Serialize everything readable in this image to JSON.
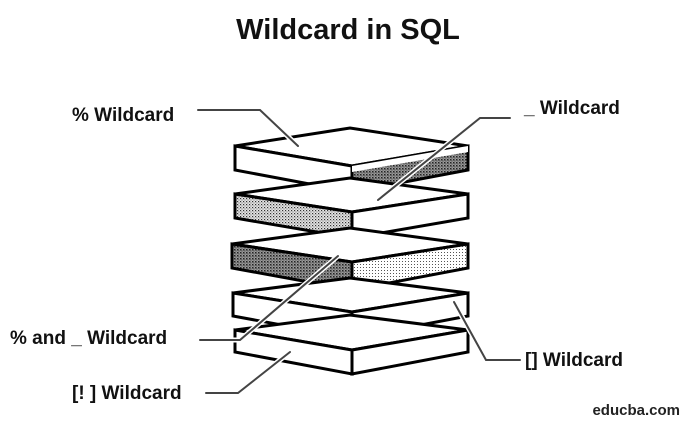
{
  "title": "Wildcard in SQL",
  "labels": {
    "percent": "% Wildcard",
    "underscore": "_ Wildcard",
    "percent_and_underscore": "% and _ Wildcard",
    "brackets": "[] Wildcard",
    "not_brackets": "[! ] Wildcard"
  },
  "watermark": "educba.com",
  "colors": {
    "text": "#111111",
    "outline": "#000000",
    "leader": "#555555"
  }
}
